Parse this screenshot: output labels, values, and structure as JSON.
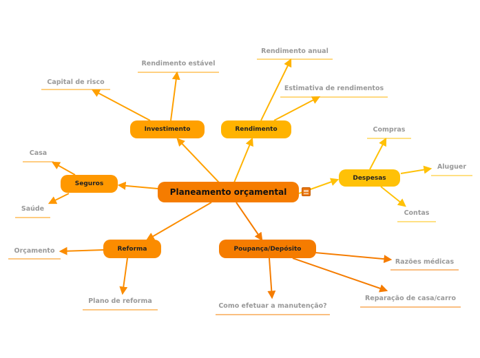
{
  "central": {
    "label": "Planeamento orçamental",
    "color": "#f57c00"
  },
  "branches": {
    "investimento": {
      "label": "Investimento",
      "color": "#ffa000",
      "leaves": [
        "Capital de risco",
        "Rendimento estável"
      ]
    },
    "rendimento": {
      "label": "Rendimento",
      "color": "#ffb300",
      "leaves": [
        "Rendimento anual",
        "Estimativa de rendimentos"
      ]
    },
    "despesas": {
      "label": "Despesas",
      "color": "#ffc107",
      "leaves": [
        "Compras",
        "Aluguer",
        "Contas"
      ]
    },
    "seguros": {
      "label": "Seguros",
      "color": "#ff9800",
      "leaves": [
        "Casa",
        "Saúde"
      ]
    },
    "reforma": {
      "label": "Reforma",
      "color": "#fb8c00",
      "leaves": [
        "Orçamento",
        "Plano de reforma"
      ]
    },
    "poupanca": {
      "label": "Poupança/Depósito",
      "color": "#f57c00",
      "leaves": [
        "Razões médicas",
        "Reparação de casa/carro",
        "Como efetuar a manutenção?"
      ]
    }
  },
  "icons": {
    "menu": "menu-icon"
  }
}
